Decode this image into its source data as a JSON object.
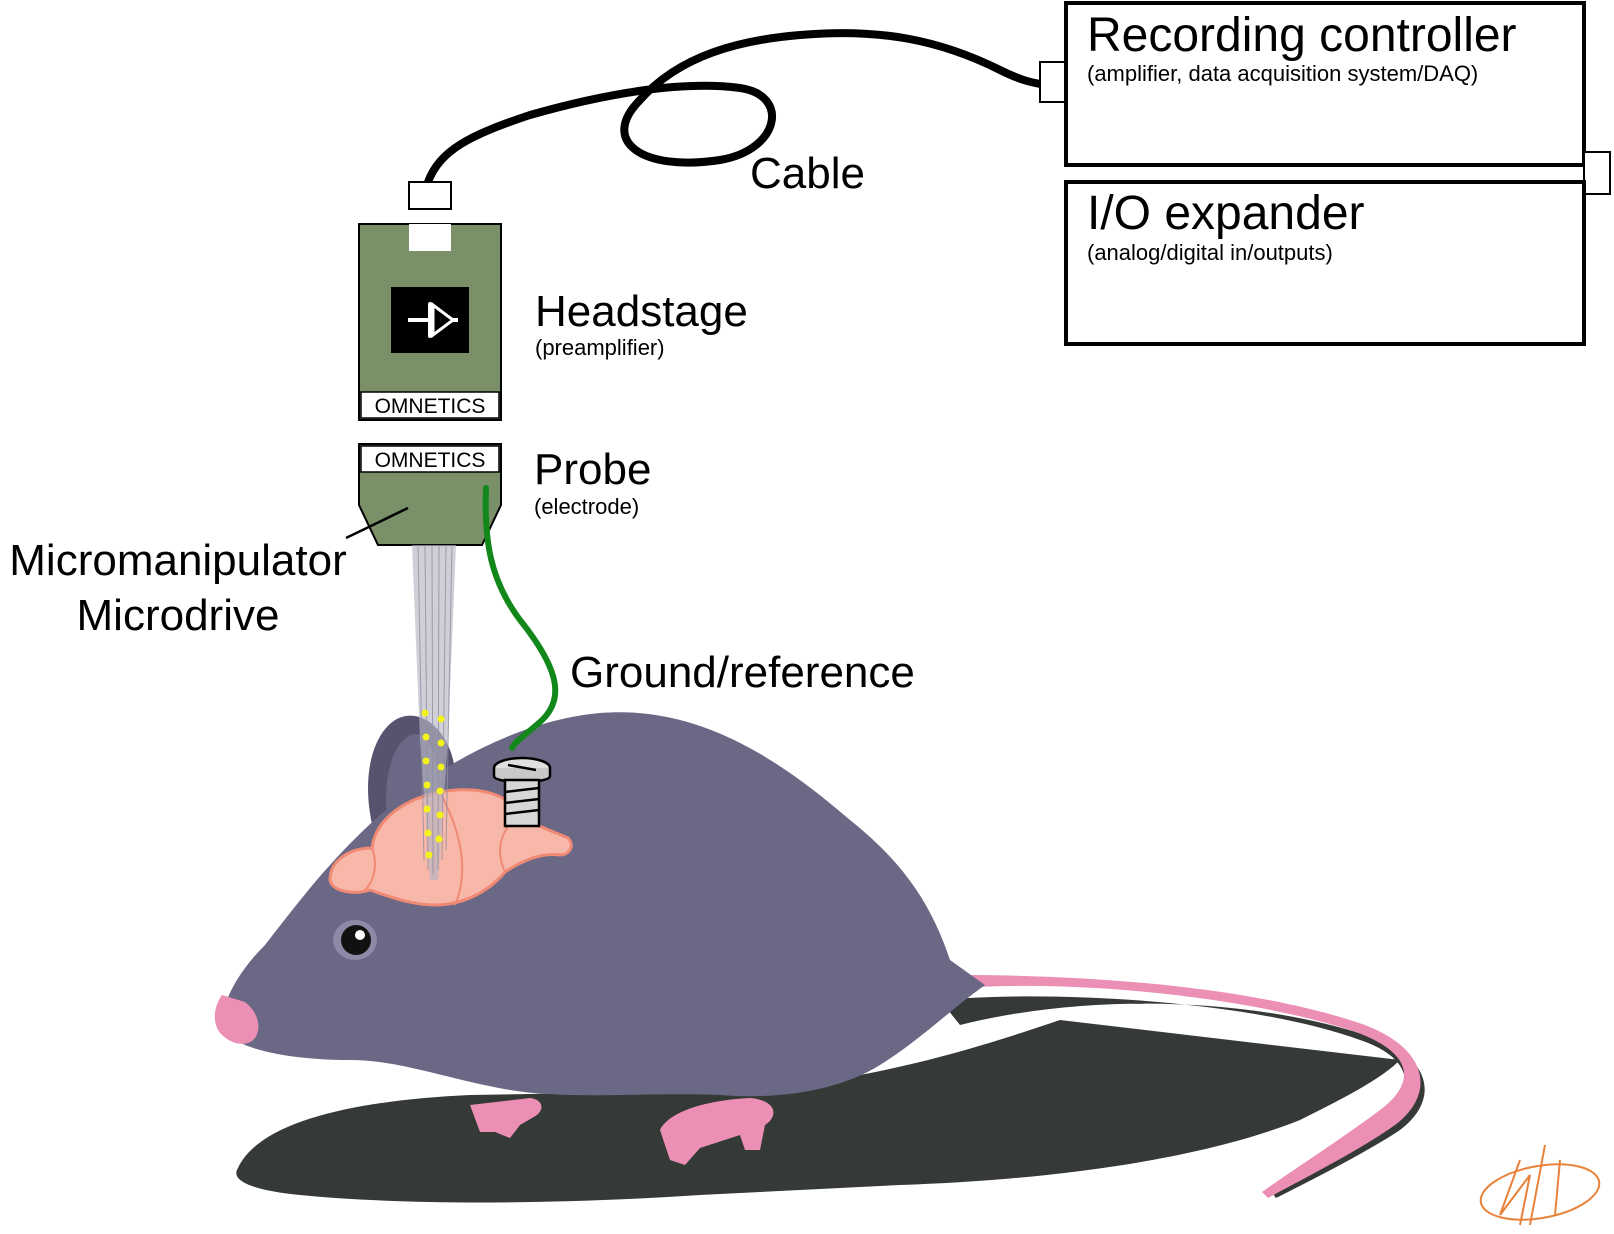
{
  "labels": {
    "recording_controller_title": "Recording controller",
    "recording_controller_sub": "(amplifier, data acquisition system/DAQ)",
    "io_expander_title": "I/O expander",
    "io_expander_sub": "(analog/digital in/outputs)",
    "cable": "Cable",
    "headstage_title": "Headstage",
    "headstage_sub": "(preamplifier)",
    "probe_title": "Probe",
    "probe_sub": "(electrode)",
    "micromanipulator": "Micromanipulator",
    "microdrive": "Microdrive",
    "ground_reference": "Ground/reference",
    "headstage_connector_brand": "OMNETICS",
    "probe_connector_brand": "OMNETICS"
  },
  "icons": {
    "amplifier": "amplifier-symbol-icon",
    "signature": "artist-signature"
  },
  "colors": {
    "headstage_green": "#7a9068",
    "ground_wire": "#13881a",
    "mouse_body": "#6a6885",
    "mouse_shadow": "#363a37",
    "mouse_pink": "#ec8fb5",
    "brain": "#f7b8aa",
    "electrode_sites": "#f4f21b",
    "signature": "#e8823a"
  }
}
